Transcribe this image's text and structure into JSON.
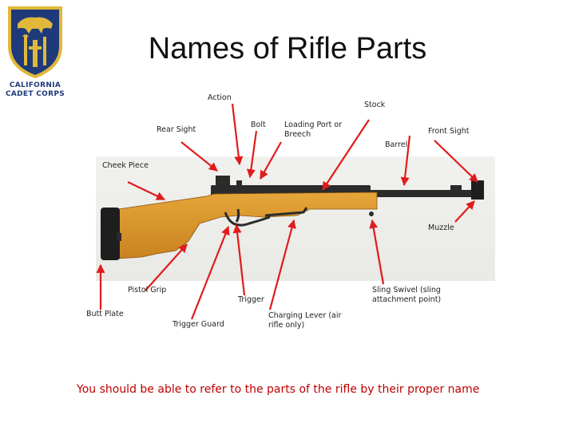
{
  "slide": {
    "title": "Names of Rifle Parts",
    "caption": "You should be able to refer to the parts of the rifle by their proper name"
  },
  "logo": {
    "line1": "CALIFORNIA",
    "line2": "CADET CORPS",
    "icon": "california-bear-shield-icon"
  },
  "labels": {
    "action": "Action",
    "stock": "Stock",
    "bolt": "Bolt",
    "rear_sight": "Rear Sight",
    "loading_port_1": "Loading Port or",
    "loading_port_2": "Breech",
    "front_sight": "Front Sight",
    "barrel": "Barrel",
    "cheek_piece": "Cheek Piece",
    "muzzle": "Muzzle",
    "pistol_grip": "Pistol Grip",
    "sling_swivel_1": "Sling Swivel (sling",
    "sling_swivel_2": "attachment point)",
    "trigger": "Trigger",
    "butt_plate": "Butt Plate",
    "trigger_guard": "Trigger Guard",
    "charging_lever_1": "Charging Lever (air",
    "charging_lever_2": "rifle only)"
  },
  "colors": {
    "arrow": "#e01b1b",
    "caption": "#c00000",
    "wood": "#d9962a",
    "metal": "#2b2b2b",
    "logo_blue": "#1f3a7a",
    "logo_gold": "#e0b83a"
  }
}
